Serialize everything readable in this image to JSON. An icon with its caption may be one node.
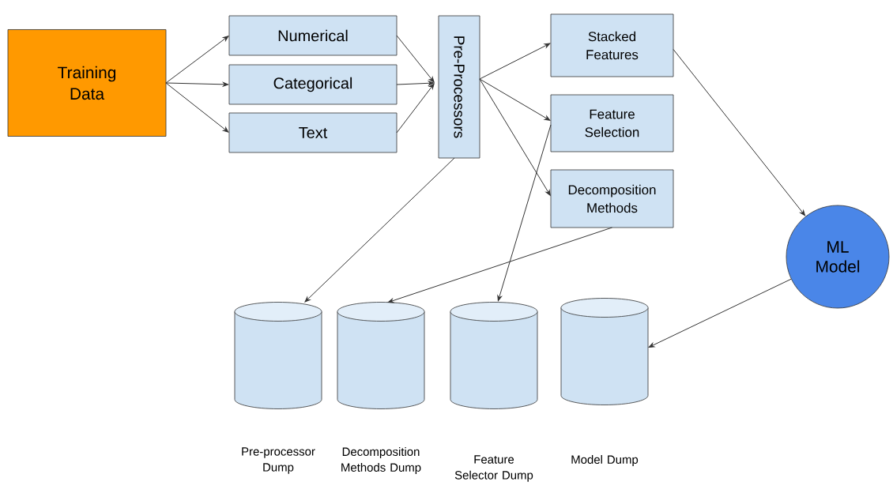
{
  "diagram": {
    "nodes": [
      {
        "text": [
          "Training Data"
        ]
      },
      {
        "text": [
          "Numerical"
        ]
      },
      {
        "text": [
          "Categorical"
        ]
      },
      {
        "text": [
          "Text"
        ]
      },
      {
        "text": [
          "Pre-Processors"
        ]
      },
      {
        "text": [
          "Stacked Features"
        ]
      },
      {
        "text": [
          "Feature Selection"
        ]
      },
      {
        "text": [
          "Decomposition Methods"
        ]
      },
      {
        "text": [
          "ML Model"
        ]
      },
      {
        "text": [],
        "shape": "cylinder"
      },
      {
        "text": [],
        "shape": "cylinder"
      },
      {
        "text": [],
        "shape": "cylinder"
      },
      {
        "text": [],
        "shape": "cylinder"
      }
    ],
    "edges": [
      {
        "from": 0,
        "to": 1,
        "arrow": "to"
      },
      {
        "from": 0,
        "to": 2,
        "arrow": "to"
      },
      {
        "from": 0,
        "to": 3,
        "arrow": "to"
      },
      {
        "from": 1,
        "to": 4,
        "arrow": "to"
      },
      {
        "from": 2,
        "to": 4,
        "arrow": "to"
      },
      {
        "from": 3,
        "to": 4,
        "arrow": "to"
      },
      {
        "from": 4,
        "to": 5,
        "arrow": "to"
      },
      {
        "from": 4,
        "to": 6,
        "arrow": "to"
      },
      {
        "from": 4,
        "to": 7,
        "arrow": "to"
      },
      {
        "from": 4,
        "to": 9,
        "arrow": "to"
      },
      {
        "from": 7,
        "to": 10,
        "arrow": "to"
      },
      {
        "from": 6,
        "to": 11,
        "arrow": "to"
      },
      {
        "from": 5,
        "to": 8,
        "arrow": "to"
      },
      {
        "from": 8,
        "to": 12,
        "arrow": "to"
      }
    ],
    "labels": [
      "Pre-processor Dump",
      "Decomposition Methods Dump",
      "Feature Selector Dump",
      "Model Dump"
    ]
  }
}
